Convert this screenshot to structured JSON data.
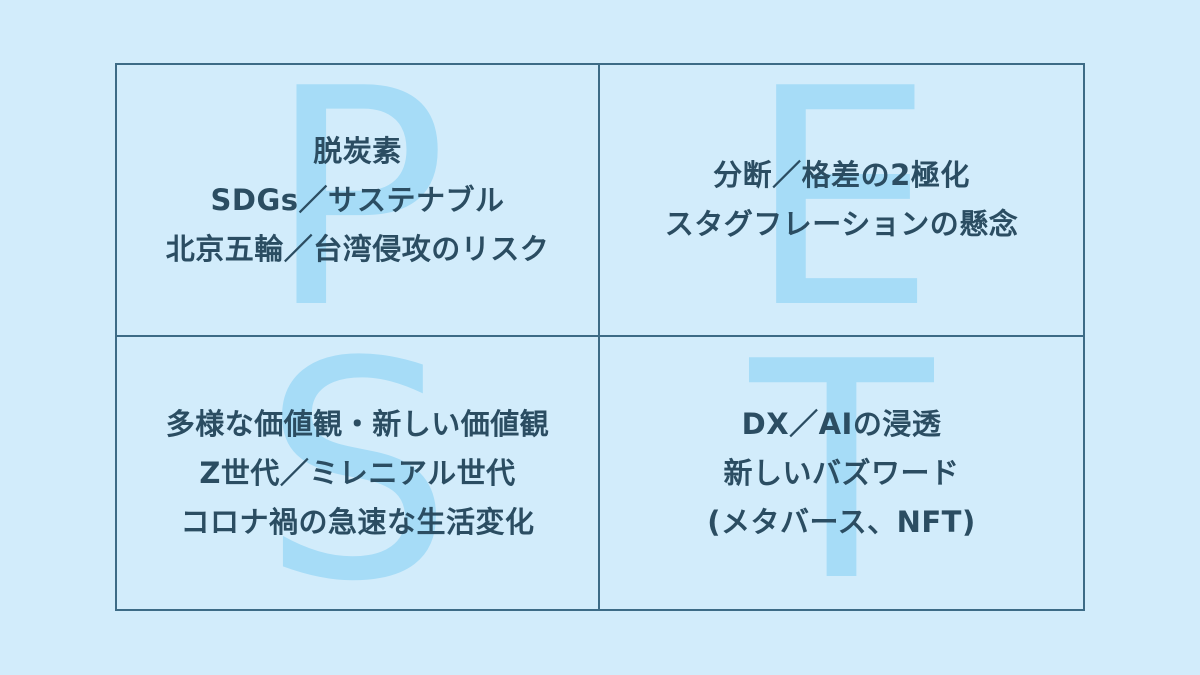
{
  "quadrants": [
    {
      "letter": "P",
      "lines": [
        "脱炭素",
        "SDGs／サステナブル",
        "北京五輪／台湾侵攻のリスク"
      ]
    },
    {
      "letter": "E",
      "lines": [
        "分断／格差の2極化",
        "スタグフレーションの懸念"
      ]
    },
    {
      "letter": "S",
      "lines": [
        "多様な価値観・新しい価値観",
        "Z世代／ミレニアル世代",
        "コロナ禍の急速な生活変化"
      ]
    },
    {
      "letter": "T",
      "lines": [
        "DX／AIの浸透",
        "新しいバズワード",
        "(メタバース、NFT)"
      ]
    }
  ],
  "colors": {
    "background": "#d2ecfb",
    "border": "#3d6b86",
    "letter": "#a6dcf7",
    "text": "#2b4d62"
  }
}
